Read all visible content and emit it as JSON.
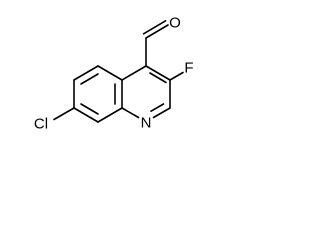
{
  "atoms": {
    "O": "O",
    "F": "F",
    "Cl": "Cl",
    "N": "N"
  }
}
